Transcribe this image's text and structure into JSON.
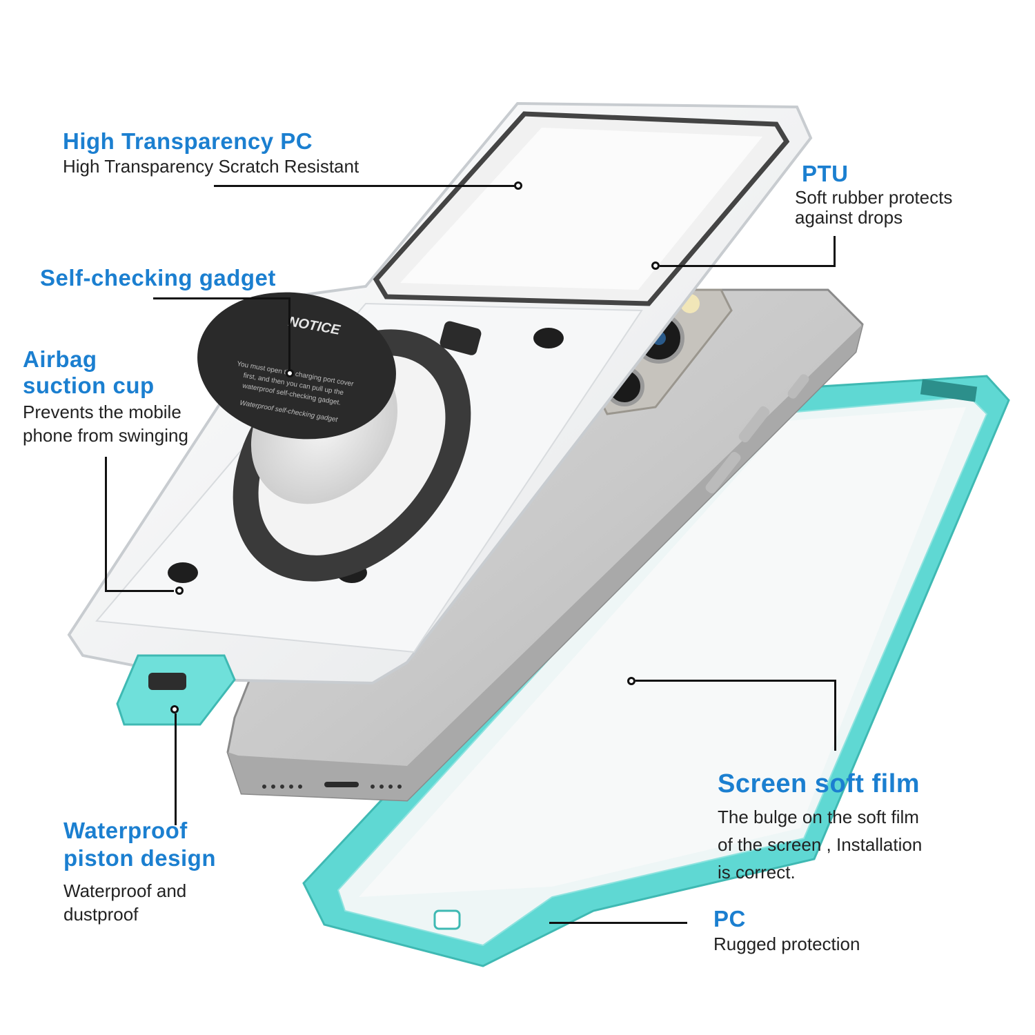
{
  "colors": {
    "accent": "#1b7fd0",
    "case_teal": "#5fd8d3",
    "text": "#222222"
  },
  "callouts": {
    "high_transparency_pc": {
      "title": "High Transparency PC",
      "desc": "High Transparency Scratch Resistant"
    },
    "ptu": {
      "title": "PTU",
      "desc_line1": "Soft rubber protects",
      "desc_line2": "against drops"
    },
    "self_checking": {
      "title": "Self-checking gadget"
    },
    "airbag": {
      "title_line1": "Airbag",
      "title_line2": "suction cup",
      "desc_line1": "Prevents the mobile",
      "desc_line2": "phone from swinging"
    },
    "piston": {
      "title_line1": "Waterproof",
      "title_line2": "piston design",
      "desc_line1": "Waterproof and",
      "desc_line2": "dustproof"
    },
    "screen_film": {
      "title": "Screen soft film",
      "desc_line1": "The bulge on the soft film",
      "desc_line2": "of the screen , Installation",
      "desc_line3": "is correct."
    },
    "pc": {
      "title": "PC",
      "desc": "Rugged protection"
    }
  },
  "notice_disc": {
    "heading": "NOTICE",
    "line1": "You must open the charging port cover",
    "line2": "first, and then you can pull up the",
    "line3": "waterproof self-checking gadget.",
    "footer": "Waterproof self-checking gadget"
  }
}
